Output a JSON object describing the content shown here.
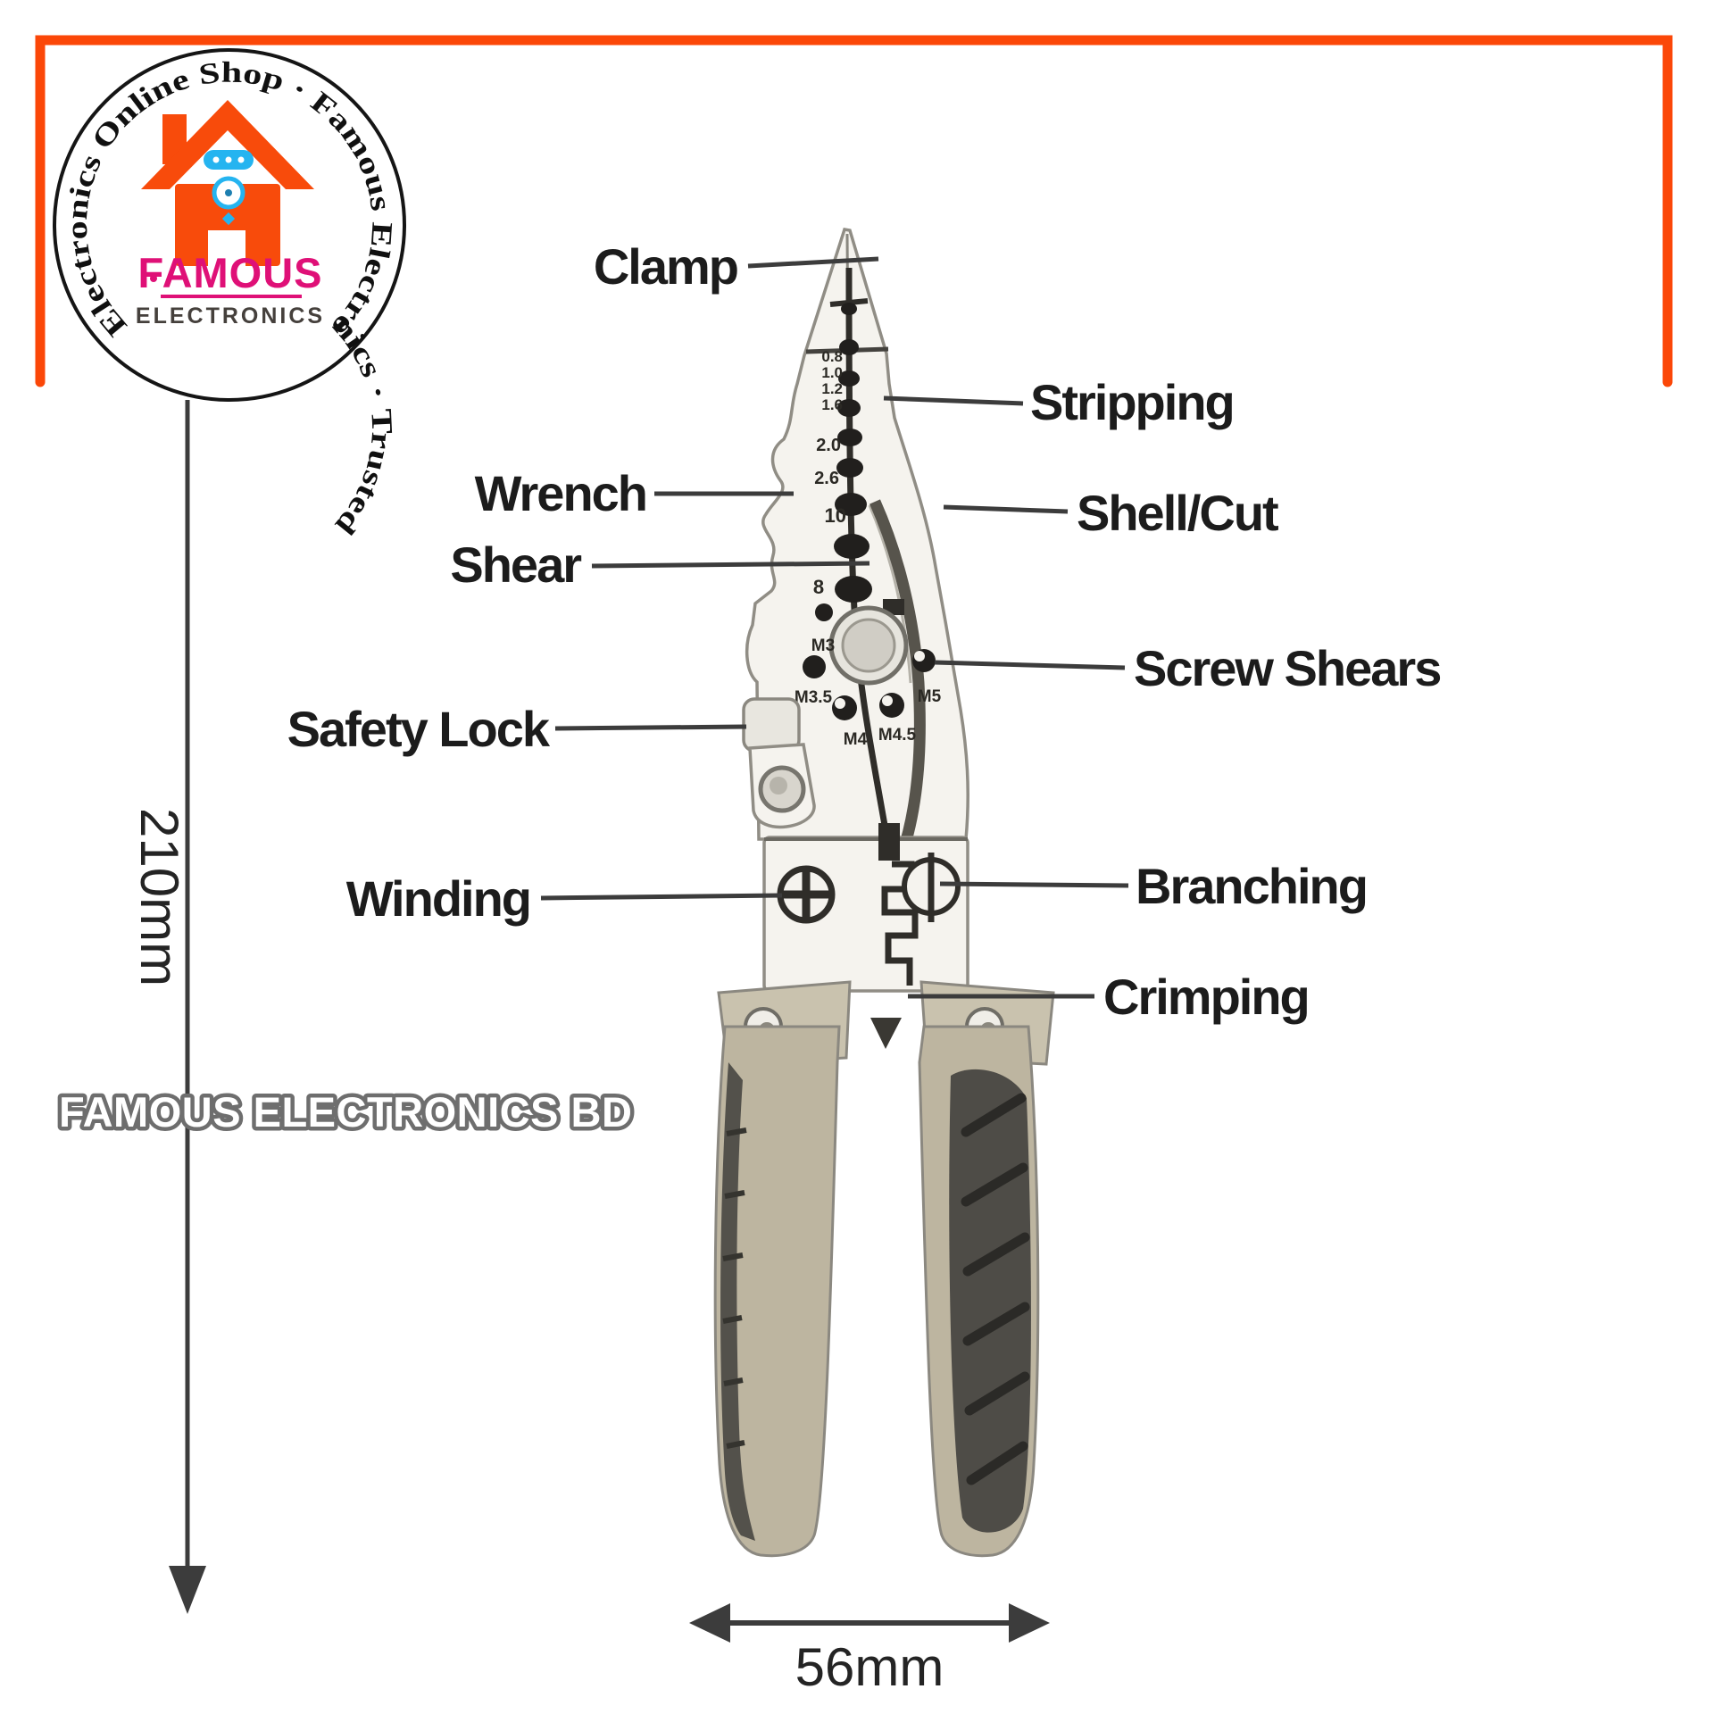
{
  "logo": {
    "ring_text": "Electronics Online Shop · Famous Electronics · Trusted ",
    "name": "FAMOUS",
    "subname": "ELECTRONICS"
  },
  "watermark": {
    "text": "FAMOUS ELECTRONICS BD"
  },
  "dimensions": {
    "height": "210mm",
    "width": "56mm"
  },
  "part_labels": {
    "clamp": "Clamp",
    "stripping": "Stripping",
    "wrench": "Wrench",
    "shear": "Shear",
    "shell_cut": "Shell/Cut",
    "screw_shears": "Screw Shears",
    "safety_lock": "Safety Lock",
    "winding": "Winding",
    "branching": "Branching",
    "crimping": "Crimping"
  },
  "tool_markings": {
    "wire_gauges": [
      "0.8",
      "1.0",
      "1.2",
      "1.6",
      "2.0",
      "2.6",
      "10",
      "8"
    ],
    "screw_sizes": [
      "M3",
      "M3.5",
      "M4",
      "M4.5",
      "M5"
    ]
  },
  "colors": {
    "frame": "#fb4708",
    "house": "#f84b0b",
    "logo_name": "#df1077",
    "gadget": "#25b4f0",
    "tool_body": "#f5f3ee",
    "tool_dark": "#2f2d29",
    "handle": "#bdb5a0",
    "grip": "#4e4c47",
    "label_text": "#1c1c1c"
  }
}
